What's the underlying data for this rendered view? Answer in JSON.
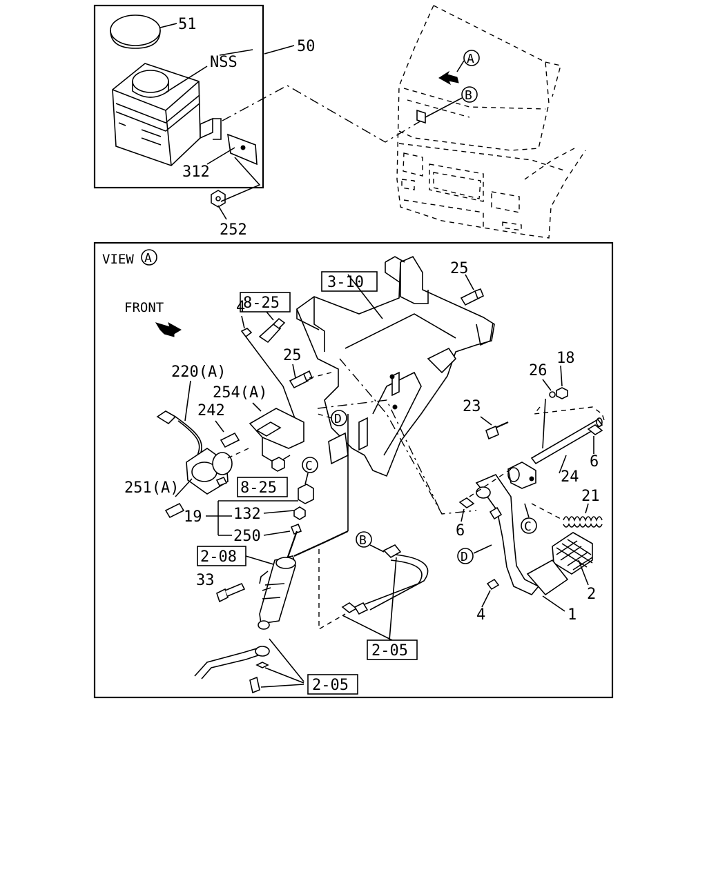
{
  "labels": {
    "l51": "51",
    "l50": "50",
    "lnss": "NSS",
    "l312": "312",
    "l252": "252",
    "view": "VIEW",
    "calloutA_view": "A",
    "calloutA_truck": "A",
    "calloutB_truck": "B",
    "front": "FRONT",
    "ref310": "3-10",
    "ref825a": "8-25",
    "ref825b": "8-25",
    "ref208": "2-08",
    "ref205a": "2-05",
    "ref205b": "2-05",
    "l4a": "4",
    "l25a": "25",
    "l25b": "25",
    "l220": "220(A)",
    "l254": "254(A)",
    "l242": "242",
    "l251": "251(A)",
    "l19": "19",
    "l132": "132",
    "l250": "250",
    "l33": "33",
    "l23": "23",
    "l26": "26",
    "l18": "18",
    "l6a": "6",
    "l6b": "6",
    "l24": "24",
    "l21": "21",
    "l2": "2",
    "l1": "1",
    "l4b": "4",
    "cD1": "D",
    "cD2": "D",
    "cC1": "C",
    "cC2": "C",
    "cB2": "B"
  }
}
